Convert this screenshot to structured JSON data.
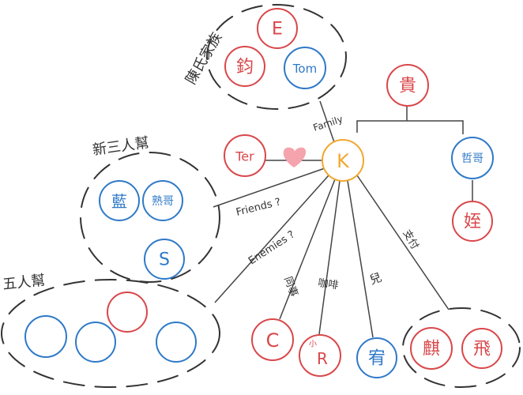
{
  "center": {
    "label": "K",
    "color": "#f0a830"
  },
  "group_titles": {
    "chen_family": "陳氏家族",
    "xin_san_ren": "新三人幫",
    "wu_ren": "五人幫"
  },
  "nodes": {
    "e": {
      "label": "E",
      "color": "#d9474a"
    },
    "jun": {
      "label": "鈞",
      "color": "#d9474a"
    },
    "tom": {
      "label": "Tom",
      "color": "#2f79c8"
    },
    "ter": {
      "label": "Ter",
      "color": "#d9474a"
    },
    "gui": {
      "label": "貴",
      "color": "#d9474a"
    },
    "zhe_ge": {
      "label": "哲哥",
      "color": "#2f79c8"
    },
    "zhi": {
      "label": "姪",
      "color": "#d9474a"
    },
    "lan": {
      "label": "藍",
      "color": "#2f79c8"
    },
    "shu_ge": {
      "label": "熟哥",
      "color": "#2f79c8"
    },
    "s": {
      "label": "S",
      "color": "#2f79c8"
    },
    "c": {
      "label": "C",
      "color": "#d9474a"
    },
    "r": {
      "label": "R",
      "sup": "小",
      "color": "#d9474a"
    },
    "you": {
      "label": "宥",
      "color": "#2f79c8"
    },
    "qi": {
      "label": "麒",
      "color": "#d9474a"
    },
    "fei": {
      "label": "飛",
      "color": "#d9474a"
    },
    "wu_blue_1": {
      "label": "",
      "color": "#2f79c8"
    },
    "wu_blue_2": {
      "label": "",
      "color": "#2f79c8"
    },
    "wu_red": {
      "label": "",
      "color": "#d9474a"
    },
    "wu_blue_3": {
      "label": "",
      "color": "#2f79c8"
    }
  },
  "edge_labels": {
    "family": "Family",
    "friends": "Friends ?",
    "enemies": "Enemies ?",
    "colleague": "同事",
    "coffee": "咖啡",
    "sib": "兒",
    "pay": "支付"
  },
  "colors": {
    "red": "#d9474a",
    "blue": "#2f79c8",
    "orange": "#f0a830",
    "line": "#444444",
    "heart": "#f5a3ad"
  }
}
